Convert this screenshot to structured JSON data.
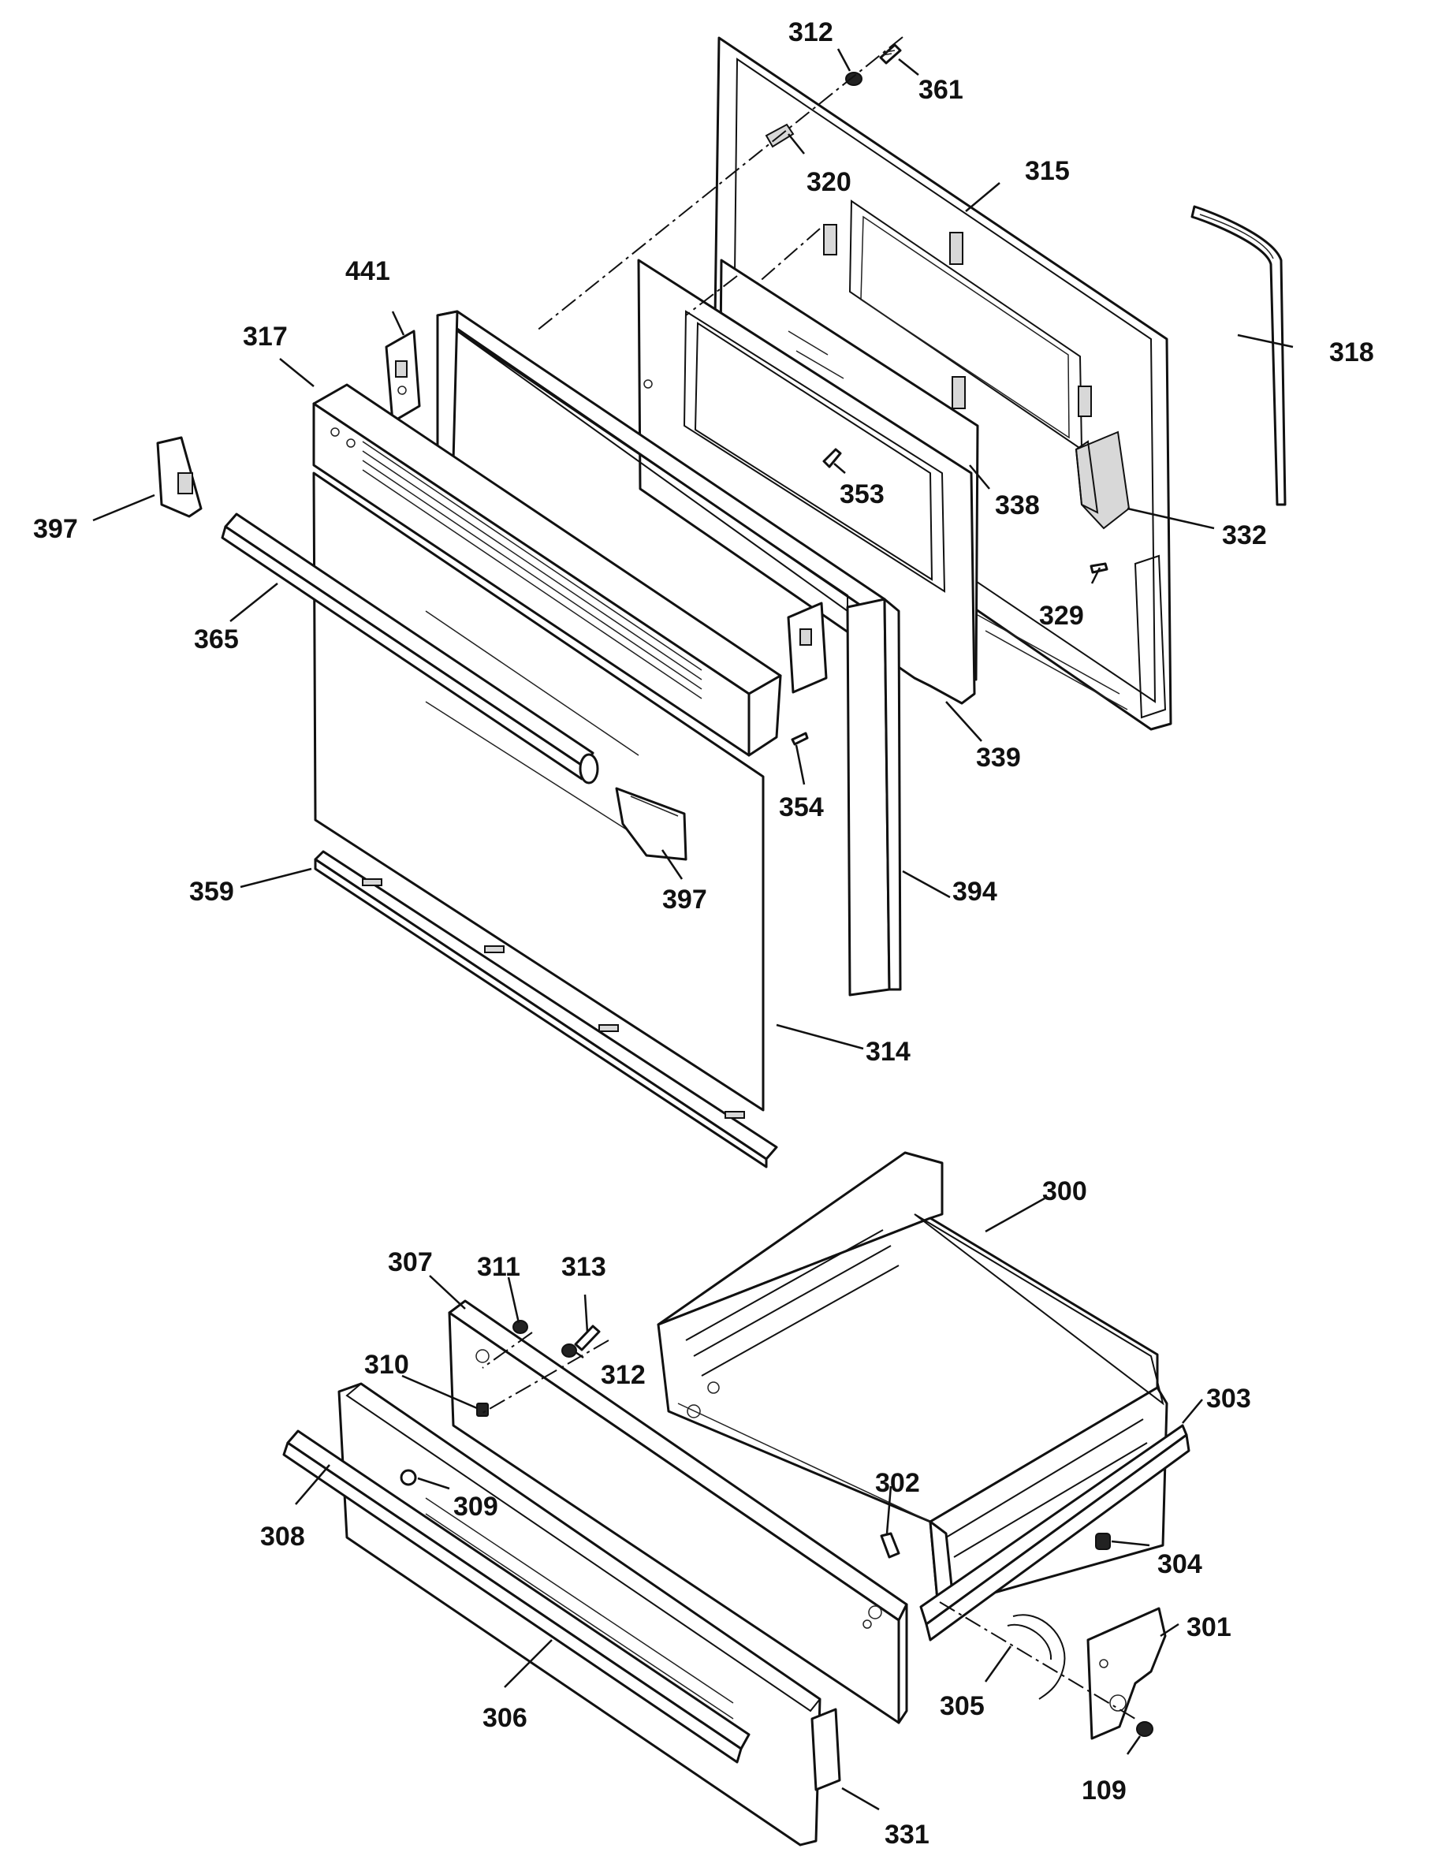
{
  "diagram": {
    "callouts": [
      {
        "id": "c312a",
        "text": "312"
      },
      {
        "id": "c361",
        "text": "361"
      },
      {
        "id": "c320",
        "text": "320"
      },
      {
        "id": "c315",
        "text": "315"
      },
      {
        "id": "c318",
        "text": "318"
      },
      {
        "id": "c441",
        "text": "441"
      },
      {
        "id": "c317",
        "text": "317"
      },
      {
        "id": "c397a",
        "text": "397"
      },
      {
        "id": "c353",
        "text": "353"
      },
      {
        "id": "c338",
        "text": "338"
      },
      {
        "id": "c332",
        "text": "332"
      },
      {
        "id": "c329",
        "text": "329"
      },
      {
        "id": "c365",
        "text": "365"
      },
      {
        "id": "c339",
        "text": "339"
      },
      {
        "id": "c354",
        "text": "354"
      },
      {
        "id": "c359",
        "text": "359"
      },
      {
        "id": "c397b",
        "text": "397"
      },
      {
        "id": "c394",
        "text": "394"
      },
      {
        "id": "c314",
        "text": "314"
      },
      {
        "id": "c300",
        "text": "300"
      },
      {
        "id": "c307",
        "text": "307"
      },
      {
        "id": "c311",
        "text": "311"
      },
      {
        "id": "c313",
        "text": "313"
      },
      {
        "id": "c312b",
        "text": "312"
      },
      {
        "id": "c310",
        "text": "310"
      },
      {
        "id": "c303",
        "text": "303"
      },
      {
        "id": "c302",
        "text": "302"
      },
      {
        "id": "c309",
        "text": "309"
      },
      {
        "id": "c308",
        "text": "308"
      },
      {
        "id": "c304",
        "text": "304"
      },
      {
        "id": "c301",
        "text": "301"
      },
      {
        "id": "c305",
        "text": "305"
      },
      {
        "id": "c306",
        "text": "306"
      },
      {
        "id": "c109",
        "text": "109"
      },
      {
        "id": "c331",
        "text": "331"
      }
    ]
  }
}
